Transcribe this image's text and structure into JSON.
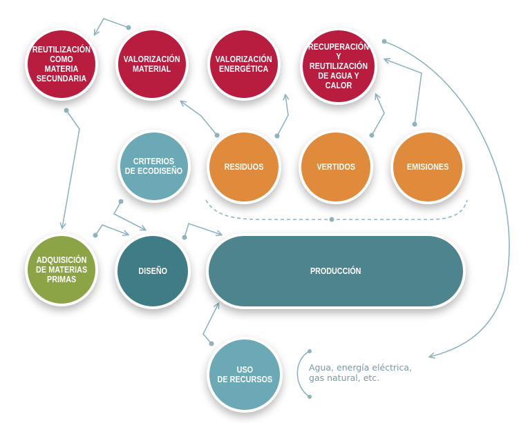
{
  "nodes": {
    "reutilizacion": "REUTILIZACIÓN\nCOMO MATERIA\nSECUNDARIA",
    "valorizacion_material": "VALORIZACIÓN\nMATERIAL",
    "valorizacion_energetica": "VALORIZACIÓN\nENERGÉTICA",
    "recuperacion": "RECUPERACIÓN\nY REUTILIZACIÓN\nDE AGUA Y CALOR",
    "criterios": "CRITERIOS\nDE ECODISEÑO",
    "residuos": "RESIDUOS",
    "vertidos": "VERTIDOS",
    "emisiones": "EMISIONES",
    "adquisicion": "ADQUISICIÓN\nDE MATERIAS\nPRIMAS",
    "diseno": "DISEÑO",
    "produccion": "PRODUCCIÓN",
    "uso_recursos": "USO\nDE RECURSOS"
  },
  "note": "Agua, energía eléctrica,\ngas natural, etc.",
  "colors": {
    "red": "#b81d3f",
    "orange": "#e08a3c",
    "teal_light": "#6aa9b5",
    "teal_dark": "#3f7c86",
    "produccion": "#4d848d",
    "green": "#8ca445",
    "connector": "#8fb3bd"
  }
}
